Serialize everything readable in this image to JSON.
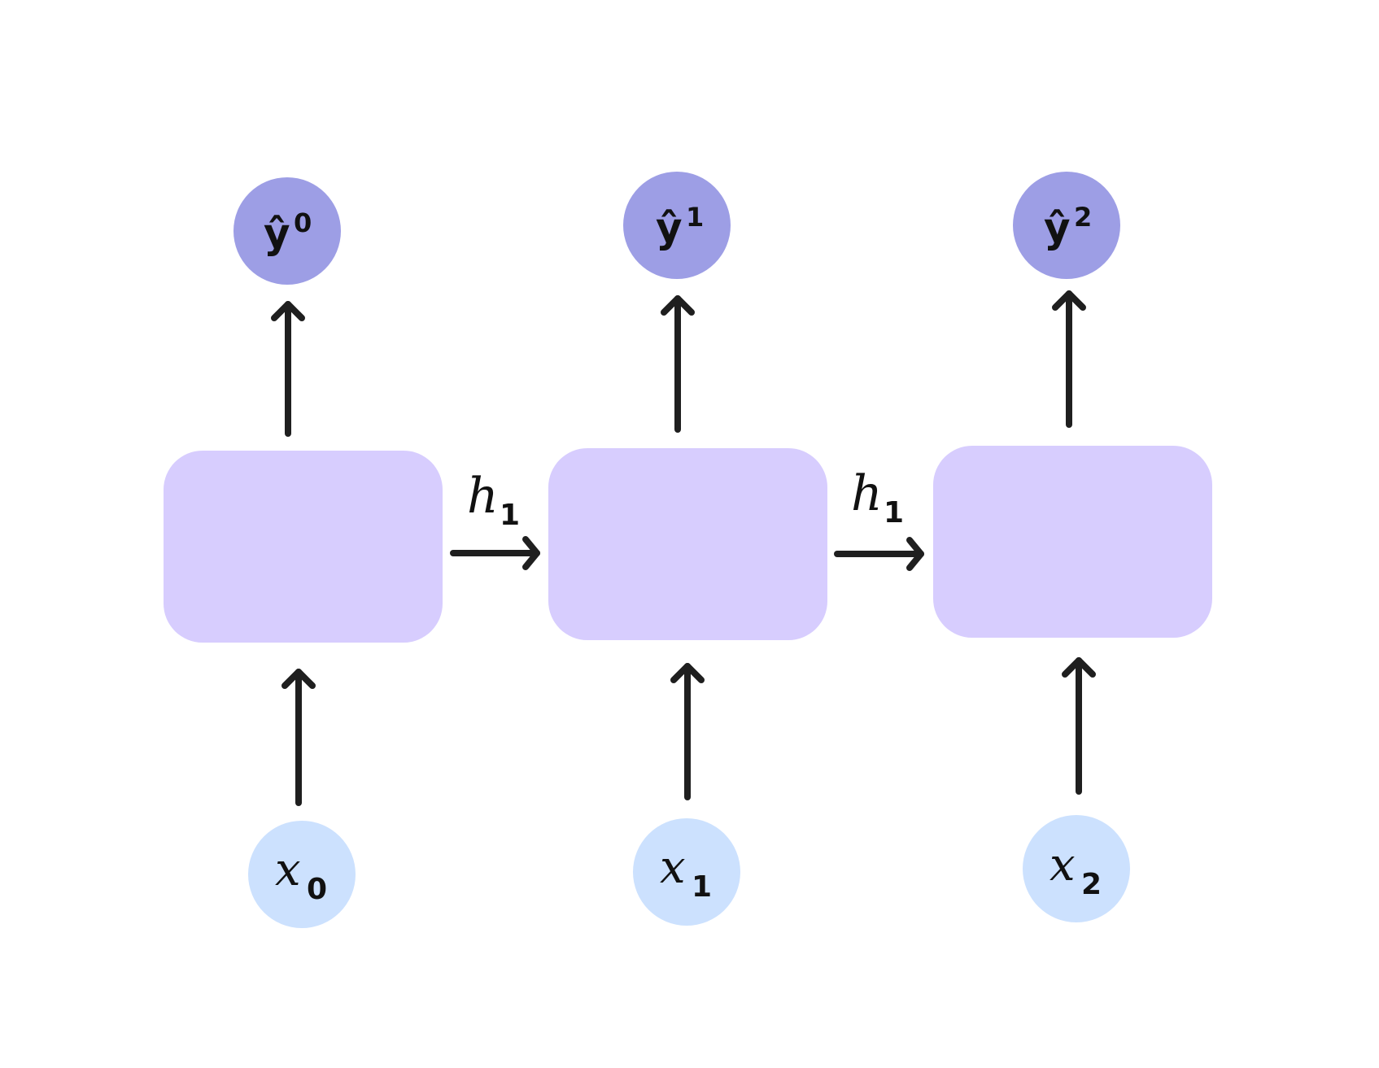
{
  "diagram": {
    "outputs": [
      {
        "symbol": "ŷ",
        "index": "0"
      },
      {
        "symbol": "ŷ",
        "index": "1"
      },
      {
        "symbol": "ŷ",
        "index": "2"
      }
    ],
    "inputs": [
      {
        "symbol": "x",
        "index": "0"
      },
      {
        "symbol": "x",
        "index": "1"
      },
      {
        "symbol": "x",
        "index": "2"
      }
    ],
    "hidden": [
      {
        "symbol": "h",
        "index": "1"
      },
      {
        "symbol": "h",
        "index": "1"
      }
    ],
    "colors": {
      "cell": "#d7cdfe",
      "output_node": "#9d9ee5",
      "input_node": "#cce1fe",
      "arrow": "#1f1f1f"
    }
  }
}
